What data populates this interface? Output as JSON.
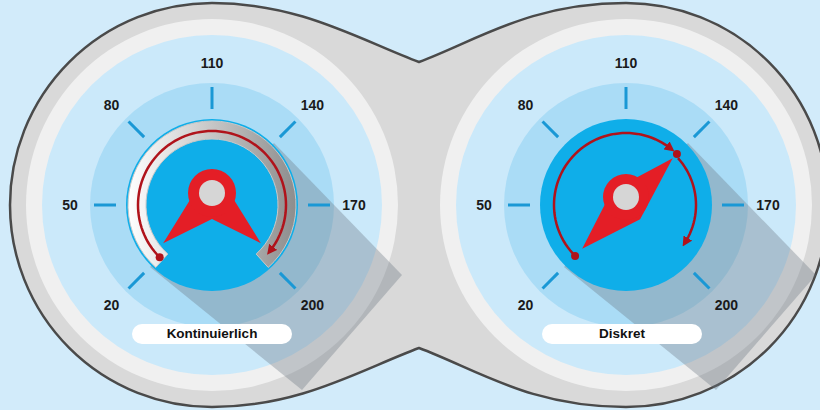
{
  "diagram": {
    "nodes": [
      {
        "text": [
          "Kontinuierlich"
        ]
      },
      {
        "text": [
          "Diskret"
        ]
      }
    ],
    "labels": [
      "20",
      "50",
      "80",
      "110",
      "140",
      "170",
      "200",
      "20",
      "50",
      "80",
      "110",
      "140",
      "170",
      "200"
    ]
  }
}
